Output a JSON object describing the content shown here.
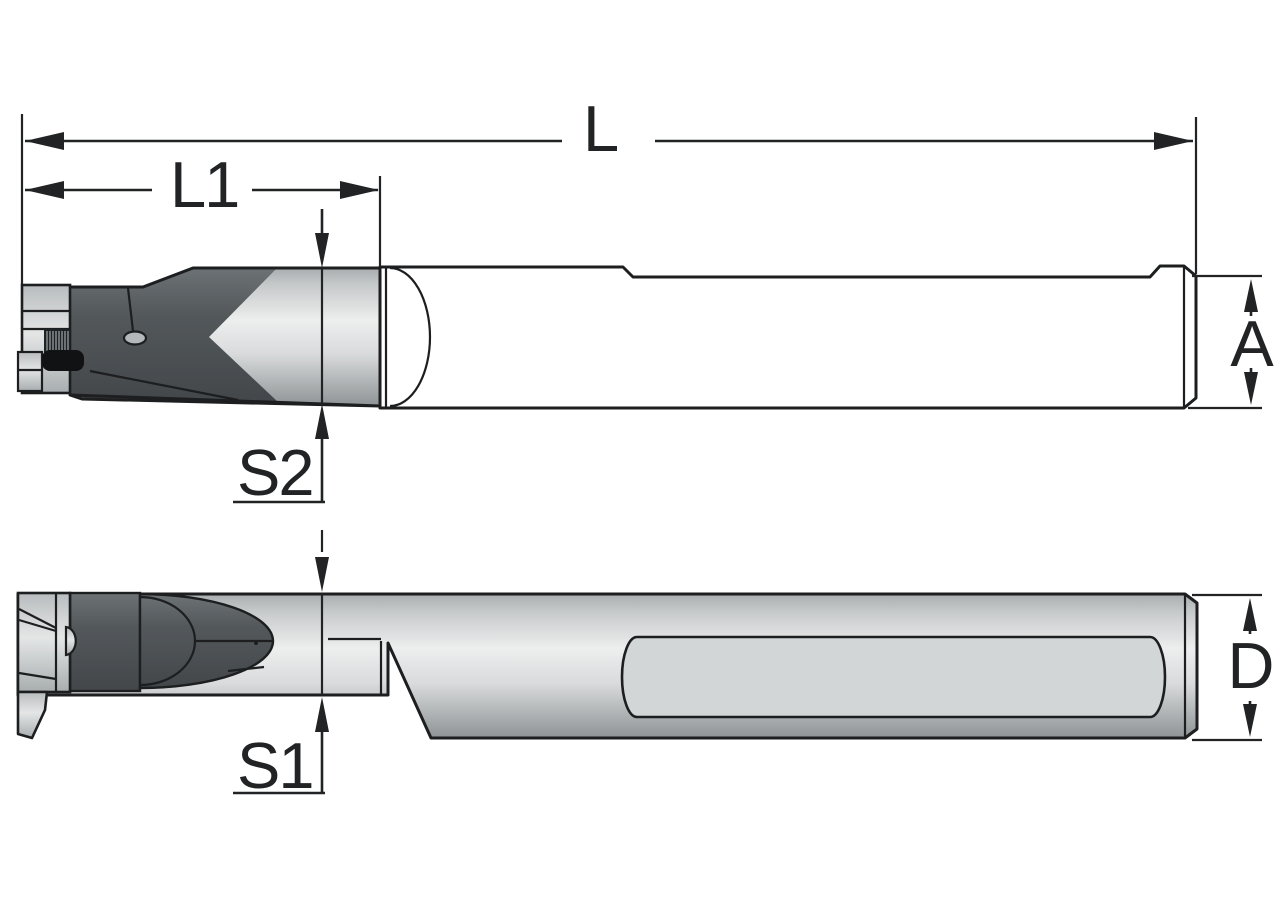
{
  "diagram": {
    "title": "Boring bar tool dimension drawing, side and top views",
    "labels": {
      "overall_length": "L",
      "head_length": "L1",
      "head_height": "S2",
      "neck_height": "S1",
      "shank_height": "A",
      "shank_diameter": "D"
    },
    "colors": {
      "outline": "#1c1e1f",
      "body_highlight": "#edeeee",
      "body_mid": "#c6c9ca",
      "body_shadow": "#8e9395",
      "head_dark": "#44484b",
      "head_light": "#6d7275",
      "pocket_flat": "#d3d6d7",
      "insert_light": "#e4e6e6",
      "background": "#ffffff"
    }
  }
}
